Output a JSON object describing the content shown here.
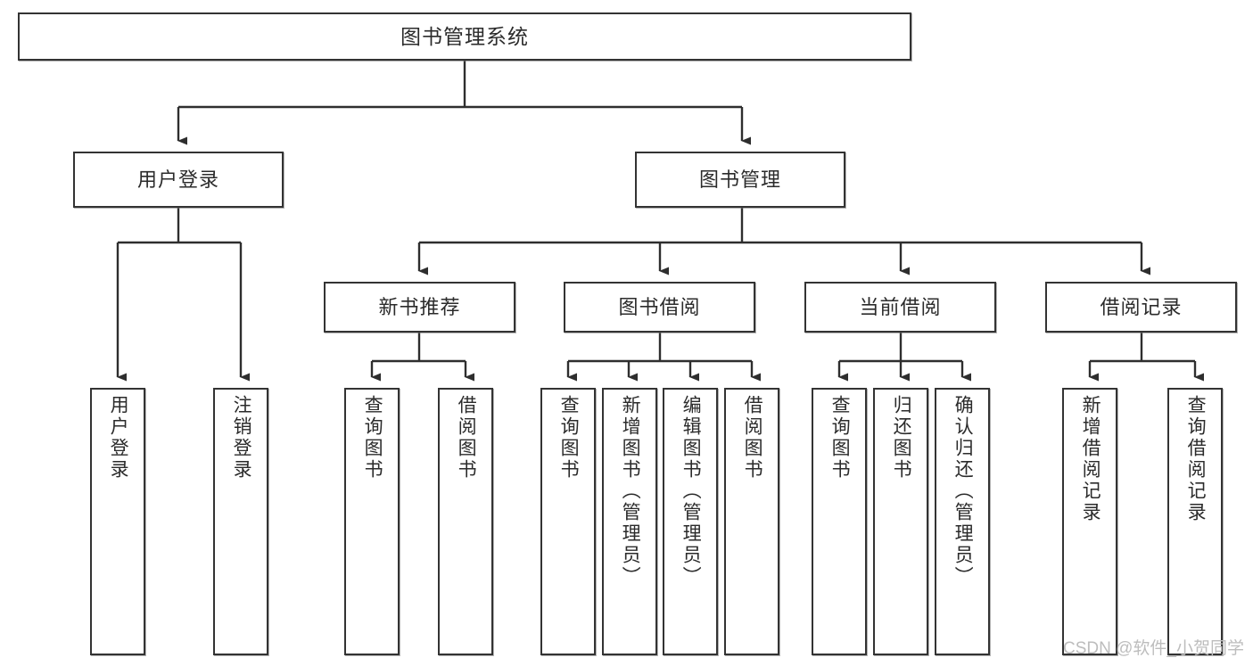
{
  "diagram": {
    "type": "tree-hierarchy",
    "title": "图书管理系统",
    "orientation": "top-down",
    "colors": {
      "stroke": "#333333",
      "fill": "#ffffff",
      "text": "#2b2b2b",
      "watermark": "#bdbdbd"
    },
    "watermark": "CSDN @软件_小贺同学",
    "levels": {
      "level1": [
        "图书管理系统"
      ],
      "level2": [
        "用户登录",
        "图书管理"
      ],
      "level3": [
        "新书推荐",
        "图书借阅",
        "当前借阅",
        "借阅记录"
      ],
      "level4": [
        "用户登录",
        "注销登录",
        "查询图书",
        "借阅图书",
        "查询图书",
        "新增图书（管理员）",
        "编辑图书（管理员）",
        "借阅图书",
        "查询图书",
        "归还图书",
        "确认归还（管理员）",
        "新增借阅记录",
        "查询借阅记录"
      ]
    },
    "nodes": {
      "root": {
        "label": "图书管理系统"
      },
      "user_login": {
        "label": "用户登录"
      },
      "book_manage": {
        "label": "图书管理"
      },
      "new_book_rec": {
        "label": "新书推荐"
      },
      "book_borrow": {
        "label": "图书借阅"
      },
      "current_borrow": {
        "label": "当前借阅"
      },
      "borrow_record": {
        "label": "借阅记录"
      },
      "leaf_user_login": {
        "label": "用户登录"
      },
      "leaf_logout": {
        "label": "注销登录"
      },
      "leaf_query_book_1": {
        "label": "查询图书"
      },
      "leaf_borrow_book_1": {
        "label": "借阅图书"
      },
      "leaf_query_book_2": {
        "label": "查询图书"
      },
      "leaf_add_book_admin": {
        "label": "新增图书（管理员）"
      },
      "leaf_edit_book_admin": {
        "label": "编辑图书（管理员）"
      },
      "leaf_borrow_book_2": {
        "label": "借阅图书"
      },
      "leaf_query_book_3": {
        "label": "查询图书"
      },
      "leaf_return_book": {
        "label": "归还图书"
      },
      "leaf_confirm_return_admin": {
        "label": "确认归还（管理员）"
      },
      "leaf_add_borrow_record": {
        "label": "新增借阅记录"
      },
      "leaf_query_borrow_record": {
        "label": "查询借阅记录"
      }
    },
    "edges": [
      {
        "from": "图书管理系统",
        "to": "用户登录"
      },
      {
        "from": "图书管理系统",
        "to": "图书管理"
      },
      {
        "from": "用户登录",
        "to": "用户登录"
      },
      {
        "from": "用户登录",
        "to": "注销登录"
      },
      {
        "from": "图书管理",
        "to": "新书推荐"
      },
      {
        "from": "图书管理",
        "to": "图书借阅"
      },
      {
        "from": "图书管理",
        "to": "当前借阅"
      },
      {
        "from": "图书管理",
        "to": "借阅记录"
      },
      {
        "from": "新书推荐",
        "to": "查询图书"
      },
      {
        "from": "新书推荐",
        "to": "借阅图书"
      },
      {
        "from": "图书借阅",
        "to": "查询图书"
      },
      {
        "from": "图书借阅",
        "to": "新增图书（管理员）"
      },
      {
        "from": "图书借阅",
        "to": "编辑图书（管理员）"
      },
      {
        "from": "图书借阅",
        "to": "借阅图书"
      },
      {
        "from": "当前借阅",
        "to": "查询图书"
      },
      {
        "from": "当前借阅",
        "to": "归还图书"
      },
      {
        "from": "当前借阅",
        "to": "确认归还（管理员）"
      },
      {
        "from": "借阅记录",
        "to": "新增借阅记录"
      },
      {
        "from": "借阅记录",
        "to": "查询借阅记录"
      }
    ]
  }
}
